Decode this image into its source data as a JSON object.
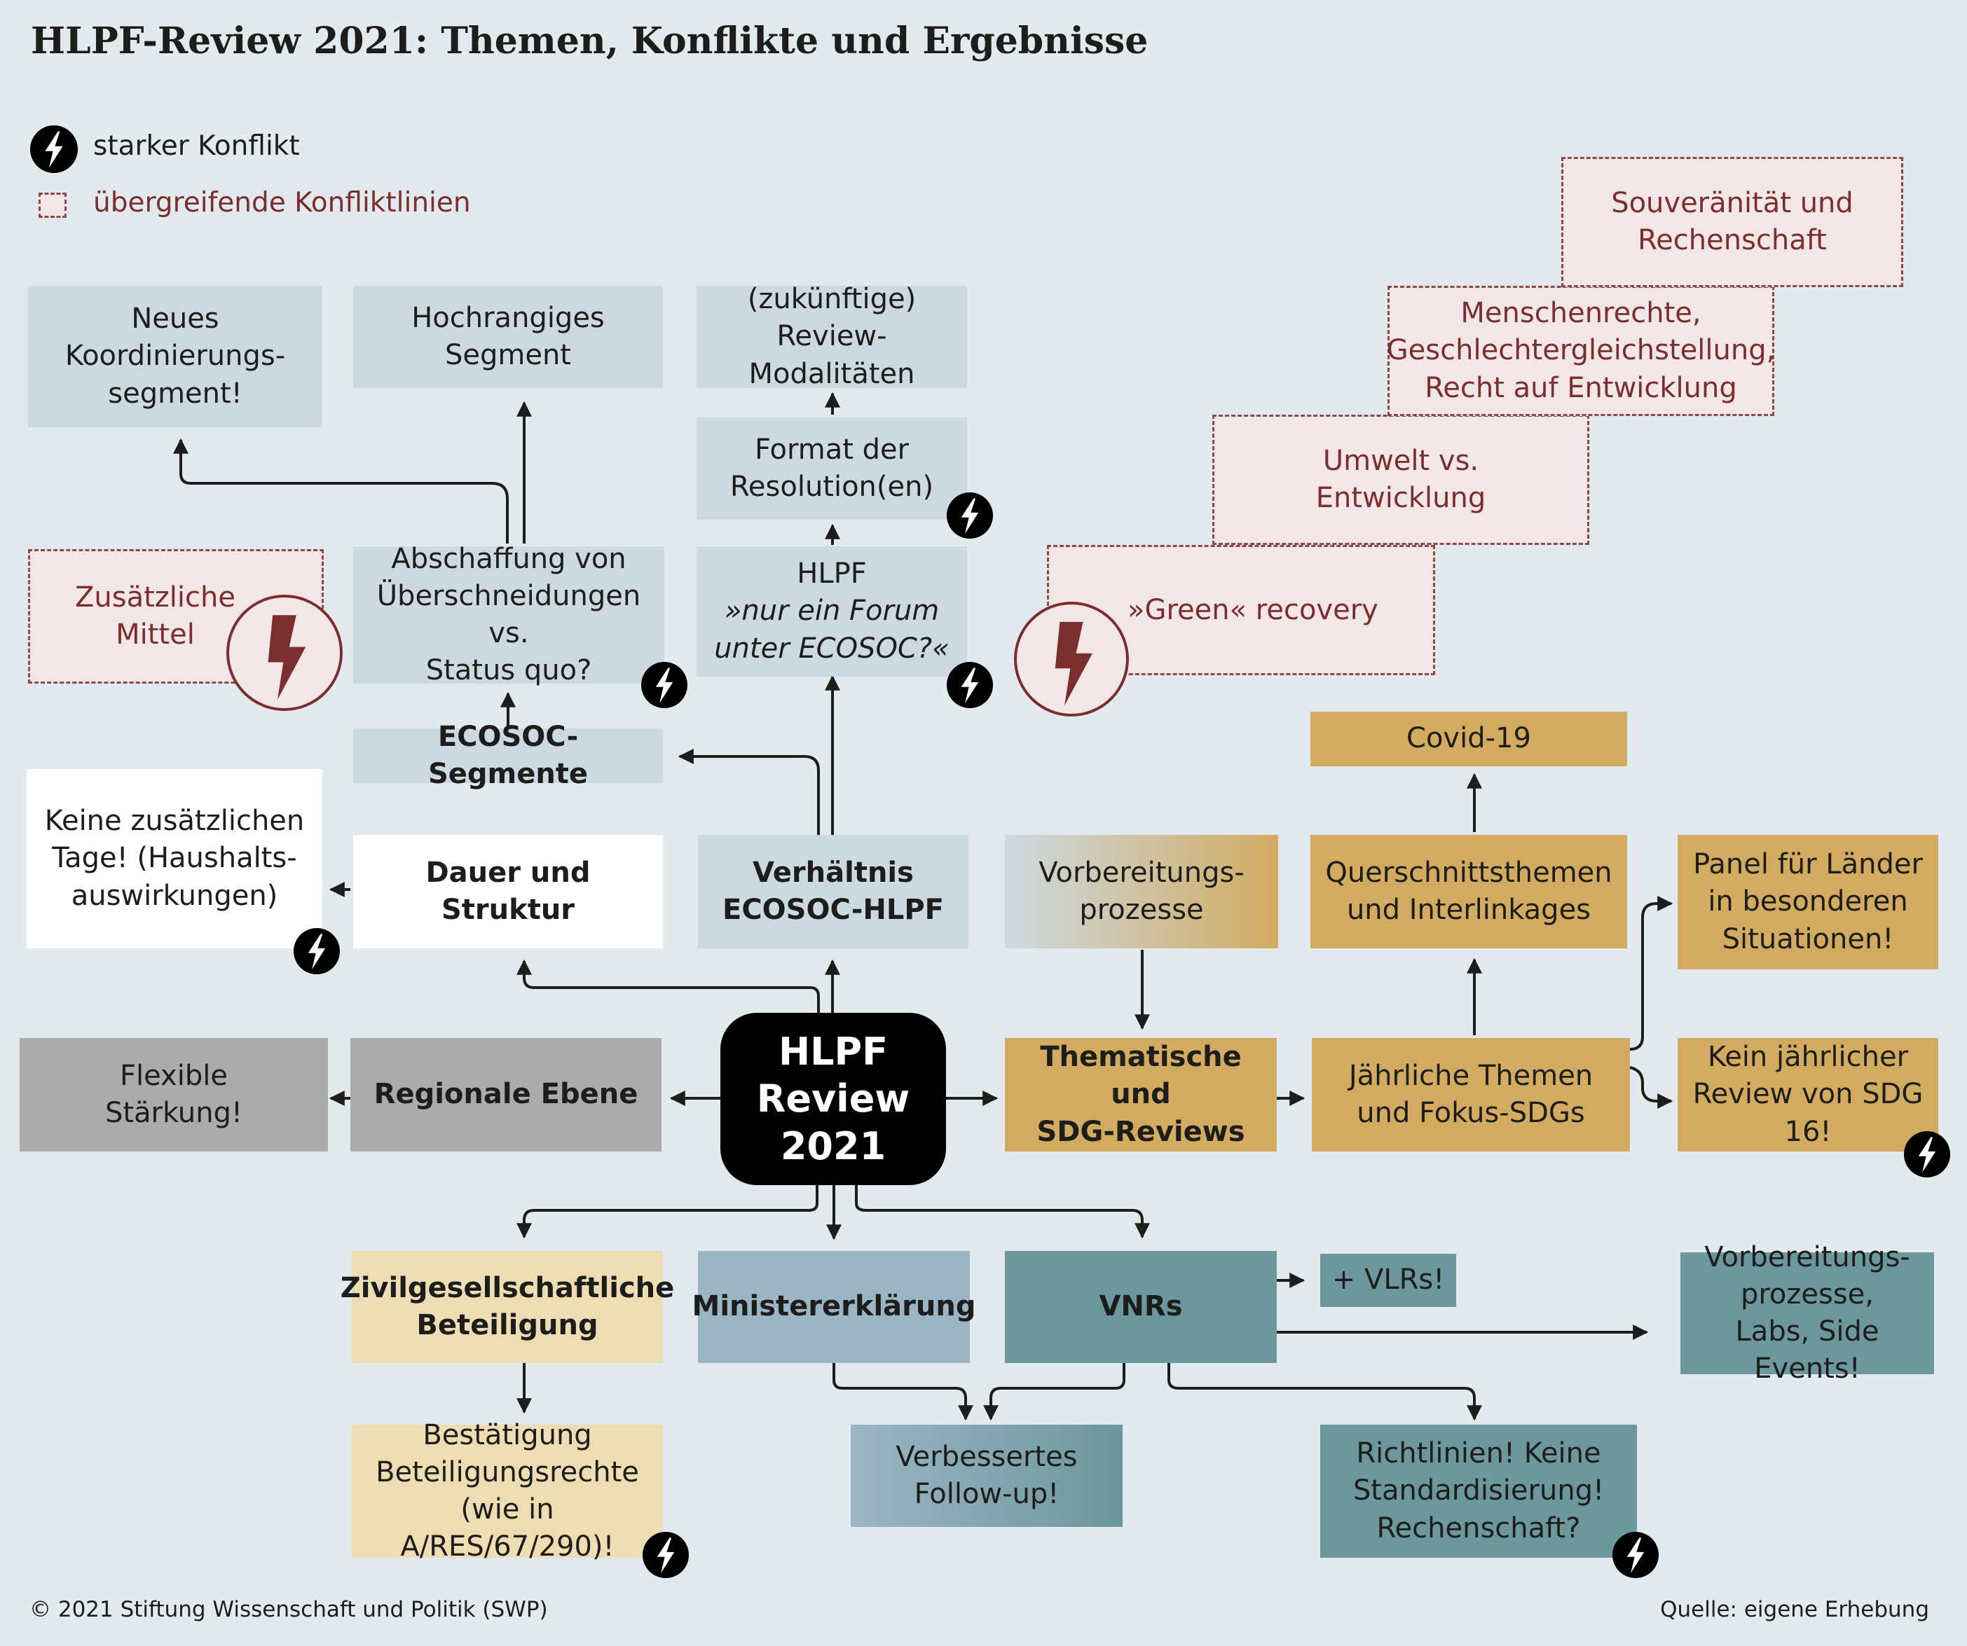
{
  "title": "HLPF-Review 2021: Themen, Konflikte und Ergebnisse",
  "legend": {
    "strong_conflict": "starker Konflikt",
    "crosscutting": "übergreifende Konfliktlinien"
  },
  "colors": {
    "background": "#e3eaee",
    "conflict_line": "#8b4a4a",
    "conflict_fill": "#f2e6e7",
    "gold": "#d2ab60",
    "teal": "#6c979c",
    "grey": "#ababab"
  },
  "center": "HLPF\nReview\n2021",
  "boxes": {
    "neues_koordinierungssegment": "Neues\nKoordinierungs-\nsegment!",
    "hochrangiges_segment": "Hochrangiges\nSegment",
    "review_modalitaeten": "(zukünftige)\nReview-Modalitäten",
    "format_resolution": "Format der\nResolution(en)",
    "zusaetzliche_mittel": "Zusätzliche\nMittel",
    "abschaffung": "Abschaffung von\nÜberschneidungen vs.\nStatus quo?",
    "hlpf_forum_title": "HLPF",
    "hlpf_forum_subtitle": "»nur ein Forum\nunter ECOSOC?«",
    "ecosoc_segmente": "ECOSOC-Segmente",
    "keine_zusaetzlichen_tage": "Keine zusätzlichen\nTage! (Haushalts-\nauswirkungen)",
    "dauer_struktur": "Dauer und Struktur",
    "verhaeltnis": "Verhältnis\nECOSOC-HLPF",
    "vorbereitungsprozesse": "Vorbereitungs-\nprozesse",
    "covid": "Covid-19",
    "querschnittsthemen": "Querschnittsthemen\nund Interlinkages",
    "panel_laender": "Panel für Länder\nin besonderen\nSituationen!",
    "flexible_staerkung": "Flexible\nStärkung!",
    "regionale_ebene": "Regionale Ebene",
    "thematische_reviews": "Thematische und\nSDG-Reviews",
    "jaehrliche_themen": "Jährliche Themen\nund Fokus-SDGs",
    "kein_review_sdg16": "Kein jährlicher\nReview von SDG 16!",
    "zivilgesellschaft": "Zivilgesellschaftliche\nBeteiligung",
    "ministererklaerung": "Ministererklärung",
    "vnrs": "VNRs",
    "vlrs": "+ VLRs!",
    "vorbereitung_labs": "Vorbereitungs-\nprozesse,\nLabs, Side Events!",
    "bestaetigung": "Bestätigung\nBeteiligungsrechte\n(wie in A/RES/67/290)!",
    "follow_up": "Verbessertes\nFollow-up!",
    "richtlinien": "Richtlinien! Keine\nStandardisierung!\nRechenschaft?"
  },
  "crosscutting_conflicts": {
    "souveraenitaet": "Souveränität und\nRechenschaft",
    "menschenrechte": "Menschenrechte,\nGeschlechtergleichstellung,\nRecht auf Entwicklung",
    "umwelt": "Umwelt vs.\nEntwicklung",
    "green_recovery": "»Green« recovery"
  },
  "footer": {
    "copyright": "© 2021 Stiftung Wissenschaft und Politik (SWP)",
    "source": "Quelle: eigene Erhebung"
  }
}
